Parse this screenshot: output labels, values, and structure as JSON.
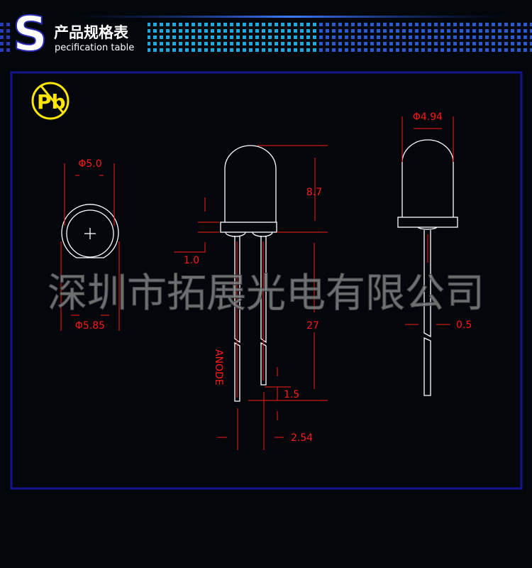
{
  "header": {
    "logo_letter": "S",
    "title_cn": "产品规格表",
    "title_en": "pecification table"
  },
  "badge": {
    "text": "Pb",
    "color": "#ffe600"
  },
  "colors": {
    "dimension": "#ff1a1a",
    "frame": "#14148c",
    "dots": "#1fa9e0"
  },
  "front_view": {
    "inner_diameter": "Φ5.0",
    "flange_diameter": "Φ5.85"
  },
  "side_view": {
    "height": "8.7",
    "flange": "1.0",
    "lead_length": "27",
    "lead_offset": "1.5",
    "pitch": "2.54",
    "anode_label": "ANODE"
  },
  "profile_view": {
    "diameter": "Φ4.94",
    "lead_width": "0.5"
  },
  "watermark": "深圳市拓展光电有限公司"
}
